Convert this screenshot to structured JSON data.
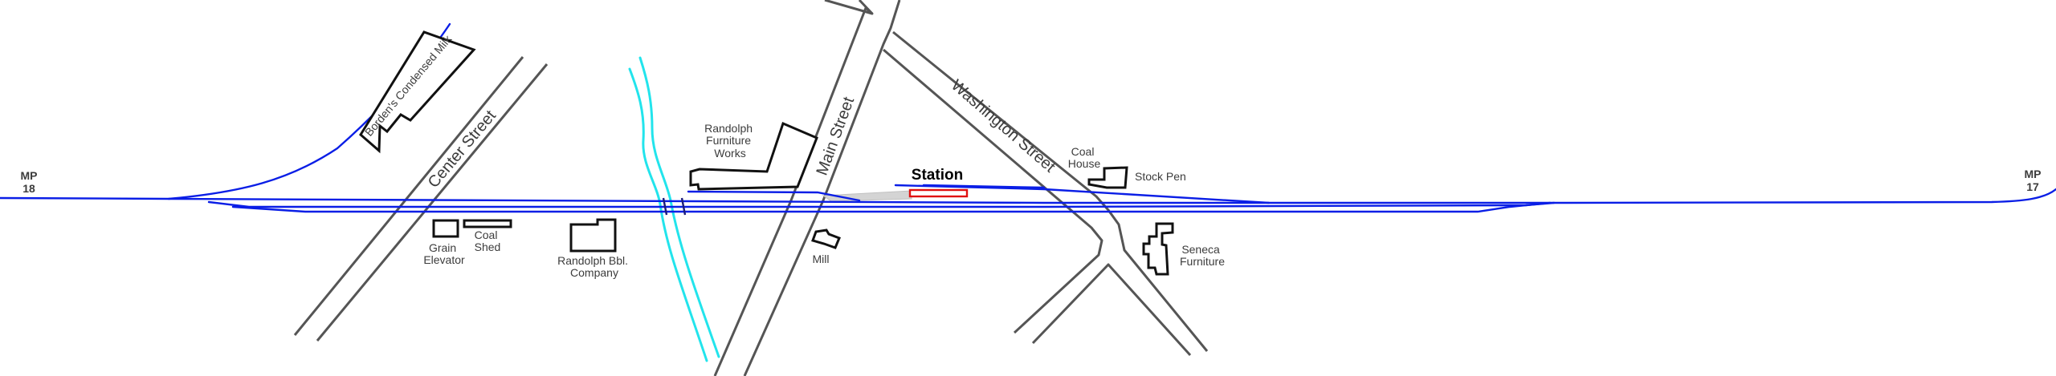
{
  "map": {
    "milepost_left": {
      "label": "MP",
      "number": "18"
    },
    "milepost_right": {
      "label": "MP",
      "number": "17"
    },
    "station": {
      "name": "Station"
    },
    "streets": {
      "center": "Center Street",
      "main": "Main Street",
      "washington": "Washington Street"
    },
    "places": {
      "bordens": "Borden's Condensed Milk",
      "randolph_furniture": [
        "Randolph",
        "Furniture",
        "Works"
      ],
      "coal_house": [
        "Coal",
        "House"
      ],
      "stock_pen": "Stock Pen",
      "grain_elevator": [
        "Grain",
        "Elevator"
      ],
      "coal_shed": [
        "Coal",
        "Shed"
      ],
      "randolph_bbl": [
        "Randolph Bbl.",
        "Company"
      ],
      "mill": "Mill",
      "seneca_furniture": [
        "Seneca",
        "Furniture"
      ]
    },
    "colors": {
      "track": "#0a1ee6",
      "road": "#555555",
      "stream": "#22e4ec",
      "building": "#111111",
      "station_building": "#e01010",
      "label_text": "#3c3c3c"
    }
  }
}
